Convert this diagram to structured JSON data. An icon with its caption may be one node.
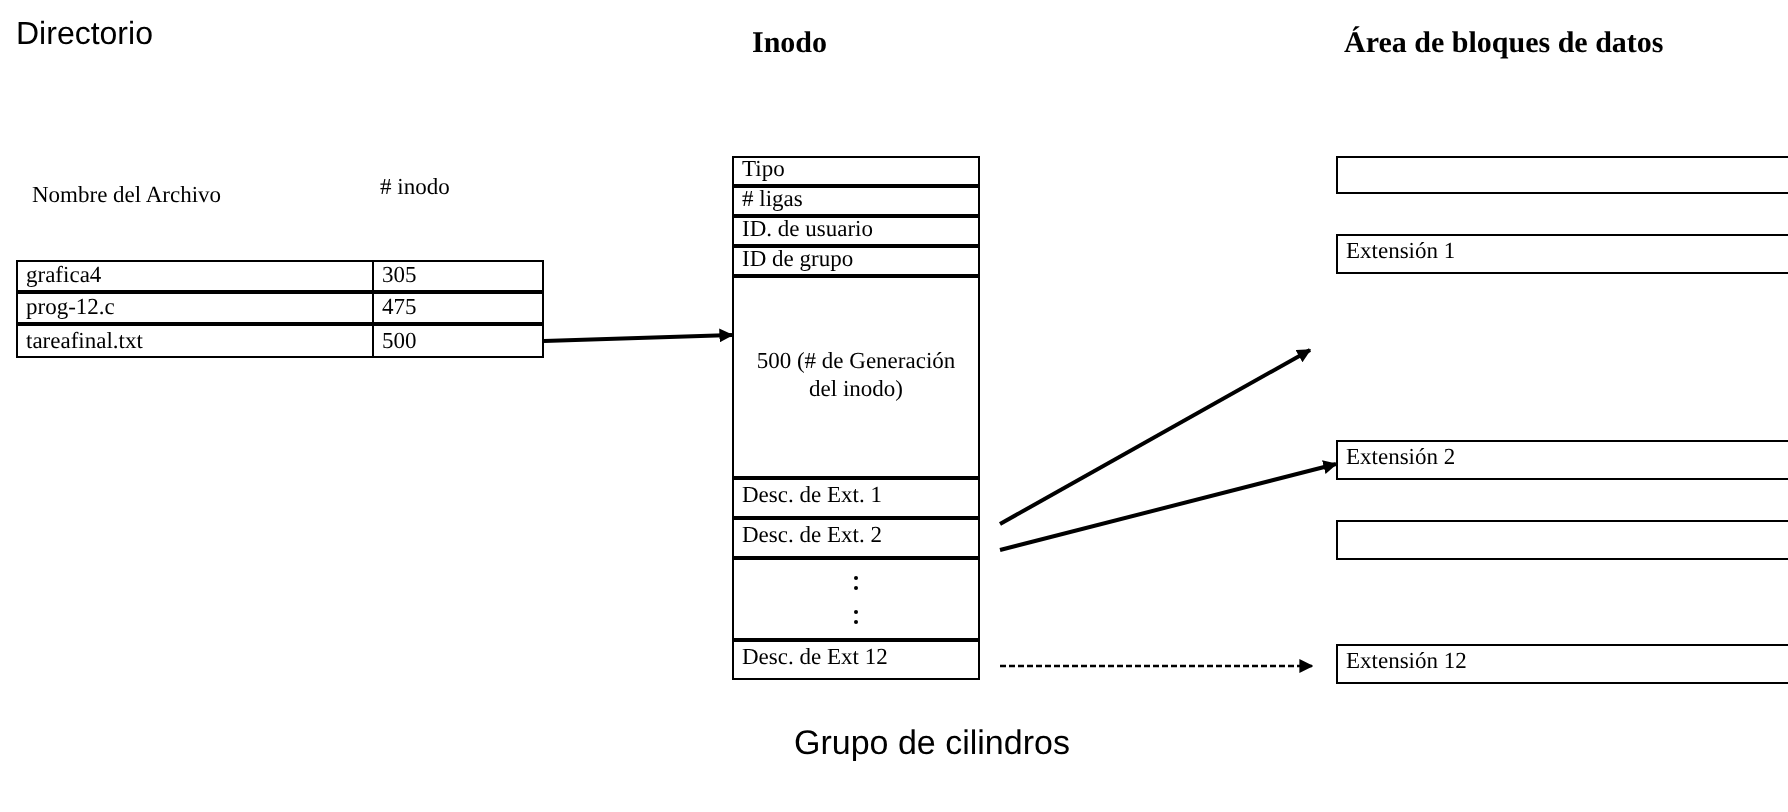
{
  "diagram": {
    "nodes": [
      {
        "text": [
          "grafica4",
          "305"
        ]
      },
      {
        "text": [
          "prog-12.c",
          "475"
        ]
      },
      {
        "text": [
          "tareafinal.txt",
          "500"
        ]
      },
      {
        "text": [
          "Tipo"
        ]
      },
      {
        "text": [
          "# ligas"
        ]
      },
      {
        "text": [
          "ID. de usuario"
        ]
      },
      {
        "text": [
          "ID de grupo"
        ]
      },
      {
        "text": [
          "500 (# de Generación del inodo)"
        ]
      },
      {
        "text": [
          "Desc. de Ext. 1"
        ]
      },
      {
        "text": [
          "Desc. de Ext. 2"
        ]
      },
      {
        "text": [],
        "shape": "box"
      },
      {
        "text": [
          "Desc. de Ext 12"
        ]
      },
      {
        "text": [],
        "shape": "box"
      },
      {
        "text": [
          "Extensión 1"
        ]
      },
      {
        "text": [
          "Extensión 2"
        ]
      },
      {
        "text": [],
        "shape": "box"
      },
      {
        "text": [
          "Extensión 12"
        ]
      }
    ],
    "edges": [
      {
        "from": 2,
        "to": 7,
        "arrow": "to"
      },
      {
        "from": 8,
        "to": null,
        "arrow": "to"
      },
      {
        "from": 9,
        "to": 14,
        "arrow": "to"
      },
      {
        "from": 11,
        "to": 16,
        "arrow": "to",
        "style": "dashed"
      }
    ],
    "labels": [
      "Directorio",
      "Inodo",
      "Área de bloques de datos",
      "Nombre del Archivo",
      "# inodo",
      "Grupo de cilindros"
    ]
  }
}
